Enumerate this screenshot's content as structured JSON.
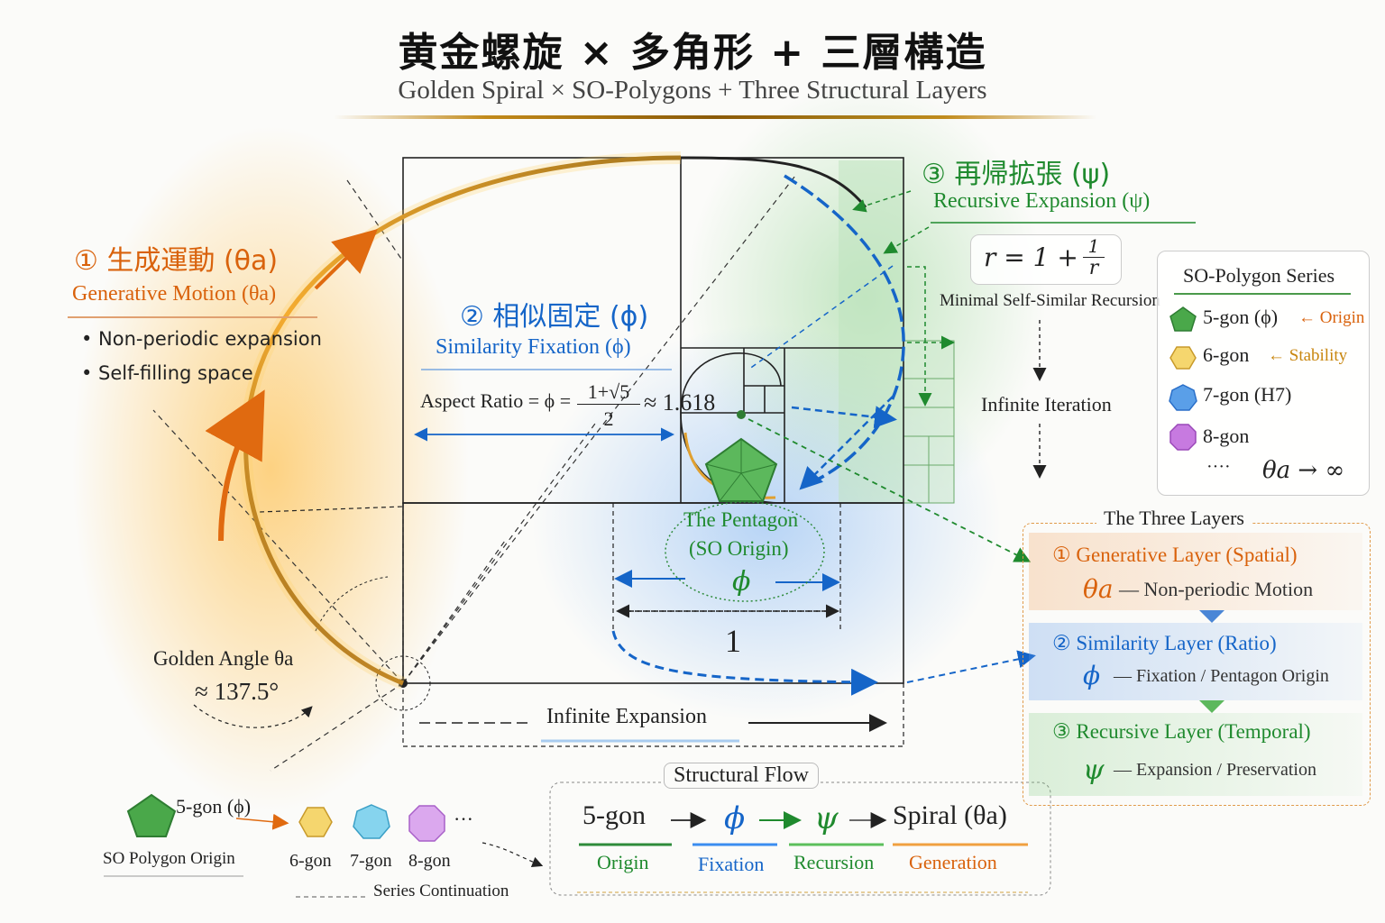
{
  "title": {
    "jp": "黄金螺旋 × 多角形 + 三層構造",
    "en": "Golden Spiral × SO-Polygons + Three Structural Layers"
  },
  "generative": {
    "jp": "① 生成運動 (θa)",
    "en": "Generative Motion (θa)",
    "bullets": [
      "• Non-periodic expansion",
      "• Self-filling space"
    ]
  },
  "similarity": {
    "jp": "② 相似固定 (ϕ)",
    "en": "Similarity Fixation (ϕ)",
    "aspect_label": "Aspect Ratio = ϕ =",
    "frac_num": "1+√5",
    "frac_den": "2",
    "approx": "≈ 1.618"
  },
  "recursive": {
    "jp": "③ 再帰拡張 (ψ)",
    "en": "Recursive Expansion (ψ)",
    "formula_lhs": "r = 1 +",
    "formula_num": "1",
    "formula_den": "r",
    "formula_caption": "Minimal Self-Similar Recursion",
    "iteration": "Infinite Iteration"
  },
  "series_box": {
    "title": "SO-Polygon Series",
    "items": [
      {
        "label": "5-gon (ϕ)",
        "note": "← Origin",
        "note_color": "#d9620c",
        "color": "#4aa84a"
      },
      {
        "label": "6-gon",
        "note": "← Stability",
        "note_color": "#c8860e",
        "color": "#f3d36a"
      },
      {
        "label": "7-gon (H7)",
        "note": "",
        "note_color": "",
        "color": "#5a9fe8"
      },
      {
        "label": "8-gon",
        "note": "",
        "note_color": "",
        "color": "#c77ae0"
      }
    ],
    "ellipsis": "····",
    "limit": "θa → ∞"
  },
  "diagram": {
    "pentagon_label_1": "The Pentagon",
    "pentagon_label_2": "(SO Origin)",
    "phi": "ϕ",
    "one": "1",
    "golden_angle": "Golden Angle θa",
    "golden_angle_value": "≈ 137.5°",
    "infinite_expansion": "Infinite Expansion"
  },
  "three_layers": {
    "title": "The Three Layers",
    "layers": [
      {
        "name": "① Generative Layer (Spatial)",
        "sym": "θa",
        "desc": "— Non-periodic Motion",
        "color": "#d9620c"
      },
      {
        "name": "② Similarity Layer (Ratio)",
        "sym": "ϕ",
        "desc": "— Fixation / Pentagon Origin",
        "color": "#1565c8"
      },
      {
        "name": "③ Recursive Layer (Temporal)",
        "sym": "ψ",
        "desc": "— Expansion / Preservation",
        "color": "#1f8a2e"
      }
    ]
  },
  "bottom_series": {
    "origin_label": "5-gon (ϕ)",
    "origin_caption": "SO Polygon Origin",
    "items": [
      "6-gon",
      "7-gon",
      "8-gon"
    ],
    "ellipsis": "···",
    "continuation": "Series Continuation"
  },
  "flow": {
    "title": "Structural Flow",
    "steps": [
      {
        "top": "5-gon",
        "bottom": "Origin",
        "top_color": "#222",
        "bottom_color": "#1f8a2e"
      },
      {
        "top": "ϕ",
        "bottom": "Fixation",
        "top_color": "#1565c8",
        "bottom_color": "#1565c8"
      },
      {
        "top": "ψ",
        "bottom": "Recursion",
        "top_color": "#1f8a2e",
        "bottom_color": "#1f8a2e"
      },
      {
        "top": "Spiral (θa)",
        "bottom": "Generation",
        "top_color": "#222",
        "bottom_color": "#d9620c"
      }
    ]
  },
  "colors": {
    "orange": "#d9620c",
    "blue": "#1565c8",
    "green": "#1f8a2e",
    "gold": "#c28a1a"
  }
}
